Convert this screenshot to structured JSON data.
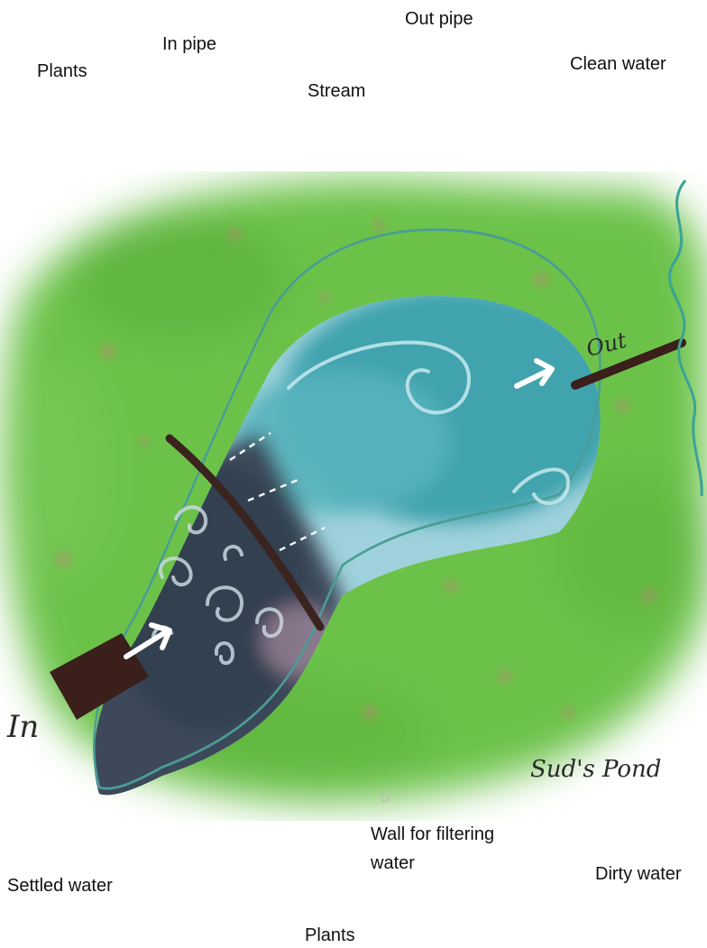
{
  "labels": {
    "out_pipe": "Out pipe",
    "in_pipe": "In pipe",
    "plants_top": "Plants",
    "clean_water": "Clean water",
    "stream": "Stream",
    "wall_line1": "Wall for filtering",
    "wall_line2": "water",
    "settled_water": "Settled water",
    "dirty_water": "Dirty water",
    "plants_bottom": "Plants"
  },
  "drawing": {
    "in_text": "In",
    "out_text": "Out",
    "title": "Sud's Pond"
  },
  "colors": {
    "plants": "#6cc24a",
    "clean_water": "#3fa3ad",
    "dirty_water": "#3c4a5a",
    "wall": "#3b2320",
    "pipe": "#3a1f1b",
    "stream": "#3aa394"
  }
}
